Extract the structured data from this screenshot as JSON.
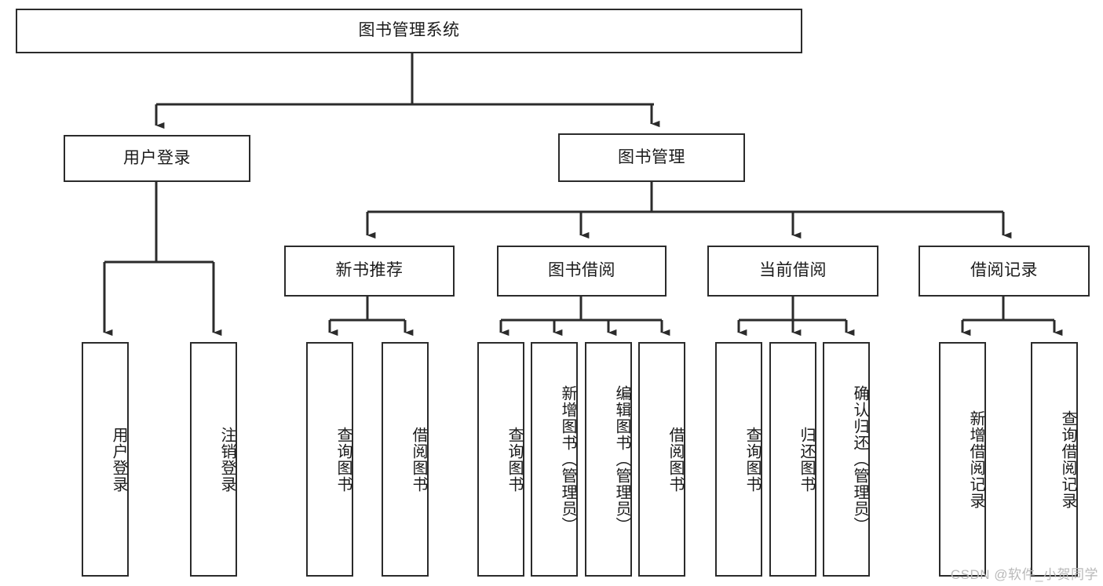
{
  "diagram": {
    "type": "tree-hierarchy",
    "title": "图书管理系统",
    "orientation": "top-down",
    "colors": {
      "stroke": "#2b2b2b",
      "fill": "#ffffff",
      "text": "#1b1b1b",
      "watermark": "#b9b9b9"
    },
    "levels": 4
  },
  "root": {
    "label": "图书管理系统"
  },
  "level2": [
    {
      "label": "用户登录"
    },
    {
      "label": "图书管理"
    }
  ],
  "level3": [
    {
      "label": "新书推荐"
    },
    {
      "label": "图书借阅"
    },
    {
      "label": "当前借阅"
    },
    {
      "label": "借阅记录"
    }
  ],
  "leaves": {
    "user_login": [
      {
        "label": "用户登录"
      },
      {
        "label": "注销登录"
      }
    ],
    "new_book_recommend": [
      {
        "label": "查询图书"
      },
      {
        "label": "借阅图书"
      }
    ],
    "book_borrow": [
      {
        "label": "查询图书"
      },
      {
        "label": "新增图书（管理员）"
      },
      {
        "label": "编辑图书（管理员）"
      },
      {
        "label": "借阅图书"
      }
    ],
    "current_borrow": [
      {
        "label": "查询图书"
      },
      {
        "label": "归还图书"
      },
      {
        "label": "确认归还（管理员）"
      }
    ],
    "borrow_record": [
      {
        "label": "新增借阅记录"
      },
      {
        "label": "查询借阅记录"
      }
    ]
  },
  "watermark": {
    "text": "CSDN @软件_小贺同学"
  }
}
